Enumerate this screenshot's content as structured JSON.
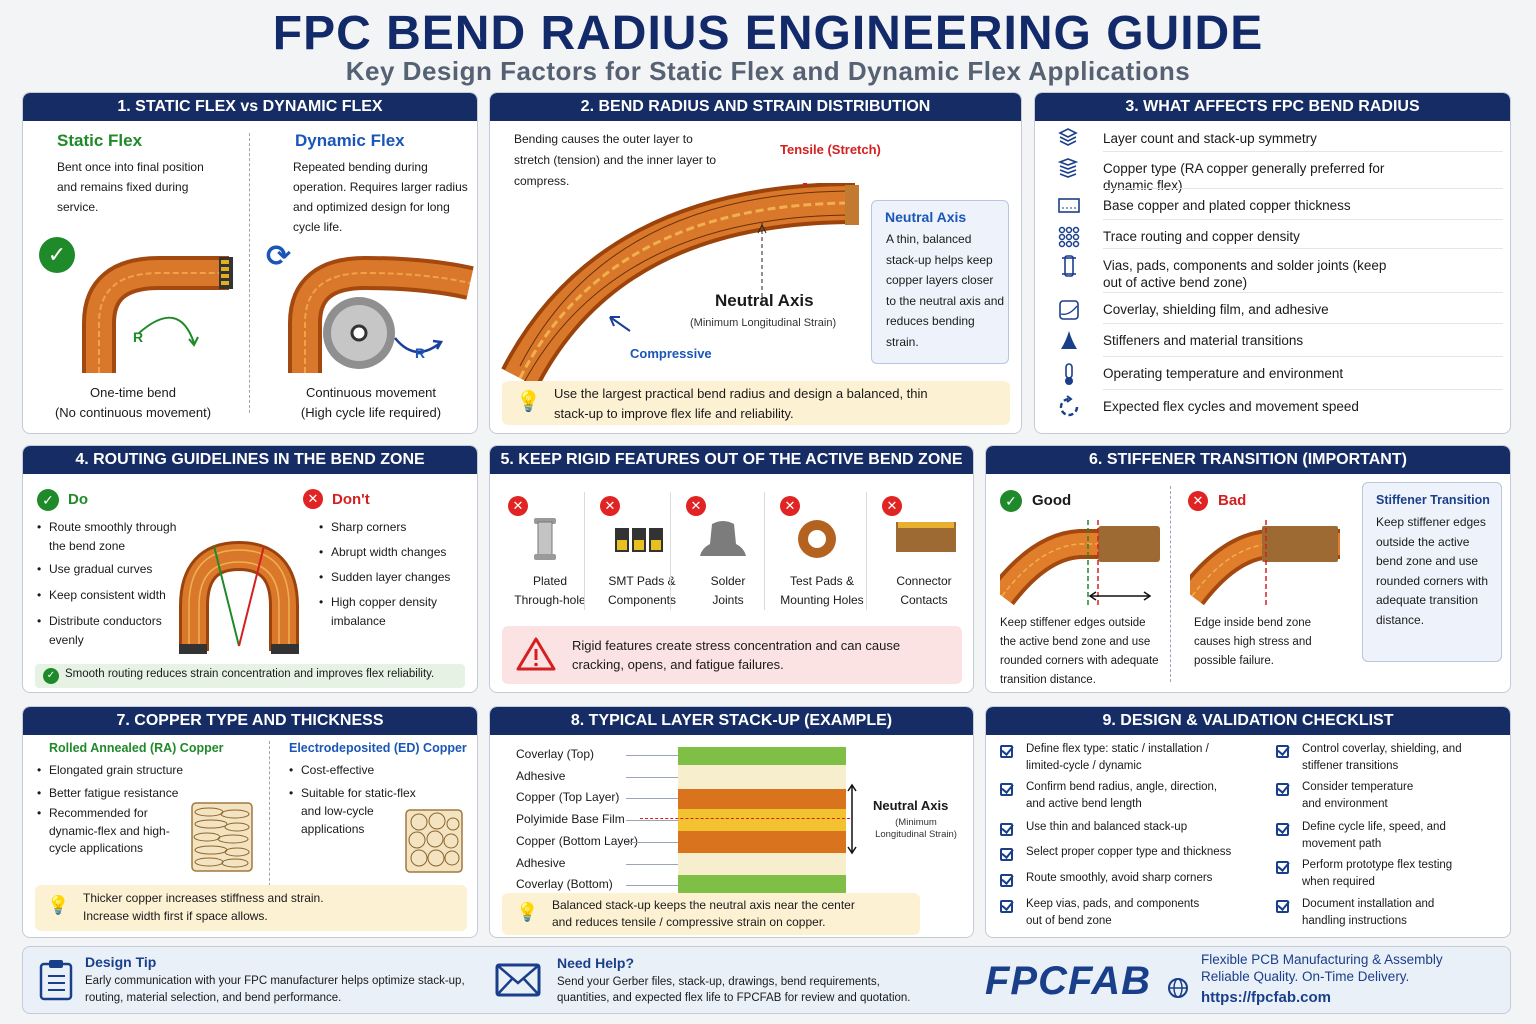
{
  "header": {
    "title": "FPC BEND RADIUS ENGINEERING GUIDE",
    "subtitle": "Key Design Factors for Static Flex and Dynamic Flex Applications"
  },
  "p1": {
    "title": "1. STATIC FLEX vs DYNAMIC FLEX",
    "static": {
      "heading": "Static Flex",
      "desc": "Bent once into final position and remains fixed during service.",
      "r": "R",
      "cap1": "One-time bend",
      "cap2": "(No continuous movement)"
    },
    "dynamic": {
      "heading": "Dynamic Flex",
      "desc": "Repeated bending during operation. Requires larger radius and optimized design for long cycle life.",
      "r": "R",
      "cap1": "Continuous movement",
      "cap2": "(High cycle life required)"
    }
  },
  "p2": {
    "title": "2. BEND RADIUS AND STRAIN DISTRIBUTION",
    "intro": "Bending causes the outer layer to stretch (tension) and the inner layer to compress.",
    "tensile": "Tensile (Stretch)",
    "neutral": "Neutral Axis",
    "neutral_sub": "(Minimum Longitudinal Strain)",
    "compressive": "Compressive",
    "box_title": "Neutral Axis",
    "box_text": "A thin, balanced stack-up helps keep copper layers closer to the neutral axis and reduces bending strain.",
    "tip": "Use the largest practical bend radius and design a balanced, thin stack-up to improve flex life and reliability."
  },
  "p3": {
    "title": "3. WHAT AFFECTS FPC BEND RADIUS",
    "items": [
      {
        "icon": "layers-icon",
        "text": "Layer count and stack-up symmetry"
      },
      {
        "icon": "copper-layers-icon",
        "text": "Copper type (RA copper generally preferred for dynamic flex)"
      },
      {
        "icon": "board-icon",
        "text": "Base copper and plated copper thickness"
      },
      {
        "icon": "trace-grid-icon",
        "text": "Trace routing and copper density"
      },
      {
        "icon": "via-icon",
        "text": "Vias, pads, components and solder joints (keep out of active bend zone)"
      },
      {
        "icon": "film-icon",
        "text": "Coverlay,  shielding film, and adhesive"
      },
      {
        "icon": "stiffener-icon",
        "text": "Stiffeners and material transitions"
      },
      {
        "icon": "thermometer-icon",
        "text": "Operating temperature and environment"
      },
      {
        "icon": "cycle-icon",
        "text": "Expected flex cycles and movement speed"
      }
    ]
  },
  "p4": {
    "title": "4. ROUTING GUIDELINES IN THE BEND ZONE",
    "do": "Do",
    "dont": "Don't",
    "do_items": [
      "Route smoothly through the bend zone",
      "Use gradual curves",
      "Keep consistent width",
      "Distribute conductors evenly"
    ],
    "dont_items": [
      "Sharp corners",
      "Abrupt width changes",
      "Sudden layer changes",
      "High copper density imbalance"
    ],
    "note": "Smooth routing reduces strain concentration and improves flex reliability."
  },
  "p5": {
    "title": "5. KEEP RIGID FEATURES OUT OF THE ACTIVE BEND ZONE",
    "items": [
      {
        "icon": "plated-through-hole-icon",
        "l1": "Plated",
        "l2": "Through-hole"
      },
      {
        "icon": "smt-pads-icon",
        "l1": "SMT Pads &",
        "l2": "Components"
      },
      {
        "icon": "solder-joint-icon",
        "l1": "Solder",
        "l2": "Joints"
      },
      {
        "icon": "test-pad-icon",
        "l1": "Test Pads &",
        "l2": "Mounting Holes"
      },
      {
        "icon": "connector-icon",
        "l1": "Connector",
        "l2": "Contacts"
      }
    ],
    "warning": "Rigid features create stress concentration and can cause cracking, opens, and fatigue failures."
  },
  "p6": {
    "title": "6. STIFFENER TRANSITION (IMPORTANT)",
    "good": "Good",
    "bad": "Bad",
    "good_text": "Keep stiffener edges outside the active bend zone and use rounded corners with adequate transition distance.",
    "bad_text": "Edge inside bend zone causes high stress and possible failure.",
    "box_title": "Stiffener Transition",
    "box_text": "Keep stiffener edges outside the active bend zone and use rounded corners with adequate transition distance."
  },
  "p7": {
    "title": "7. COPPER TYPE AND THICKNESS",
    "ra": {
      "heading": "Rolled Annealed (RA) Copper",
      "items": [
        "Elongated grain structure",
        "Better fatigue resistance",
        "Recommended for dynamic-flex and high-cycle applications"
      ]
    },
    "ed": {
      "heading": "Electrodeposited (ED) Copper",
      "items": [
        "Cost-effective",
        "Suitable for static-flex and low-cycle applications"
      ]
    },
    "tip1": "Thicker copper increases stiffness and strain.",
    "tip2": "Increase width first if space allows."
  },
  "p8": {
    "title": "8. TYPICAL LAYER STACK-UP (EXAMPLE)",
    "layers": [
      "Coverlay (Top)",
      "Adhesive",
      "Copper (Top Layer)",
      "Polyimide Base Film",
      "Copper (Bottom Layer)",
      "Adhesive",
      "Coverlay (Bottom)"
    ],
    "neutral": "Neutral Axis",
    "neutral_sub1": "(Minimum",
    "neutral_sub2": "Longitudinal Strain)",
    "tip1": "Balanced stack-up keeps the neutral axis near the center",
    "tip2": "and reduces tensile / compressive strain on copper."
  },
  "p9": {
    "title": "9. DESIGN & VALIDATION CHECKLIST",
    "left": [
      [
        "Define flex type: static / installation /",
        "limited-cycle / dynamic"
      ],
      [
        "Confirm bend radius, angle, direction,",
        "and active bend length"
      ],
      [
        "Use thin and balanced stack-up",
        ""
      ],
      [
        "Select proper copper type and thickness",
        ""
      ],
      [
        "Route smoothly, avoid sharp corners",
        ""
      ],
      [
        "Keep vias, pads, and components",
        "out of bend zone"
      ]
    ],
    "right": [
      [
        "Control coverlay, shielding, and",
        "stiffener transitions"
      ],
      [
        "Consider temperature",
        "and environment"
      ],
      [
        "Define cycle life, speed, and",
        "movement path"
      ],
      [
        "Perform prototype flex testing",
        "when required"
      ],
      [
        "Document installation and",
        "handling instructions"
      ]
    ]
  },
  "footer": {
    "tip_title": "Design Tip",
    "tip_text": "Early communication with your FPC manufacturer helps optimize stack-up, routing, material selection, and bend performance.",
    "help_title": "Need Help?",
    "help_text": "Send your Gerber files, stack-up, drawings, bend requirements, quantities, and expected flex life to FPCFAB for review and quotation.",
    "brand": "FPCFAB",
    "tag1": "Flexible PCB Manufacturing & Assembly",
    "tag2": "Reliable Quality. On-Time Delivery.",
    "url": "https://fpcfab.com"
  },
  "colors": {
    "navy": "#162c64",
    "copper": "#c8651a",
    "green": "#1f8a2a",
    "red": "#d42020",
    "blue": "#1a56b8"
  }
}
